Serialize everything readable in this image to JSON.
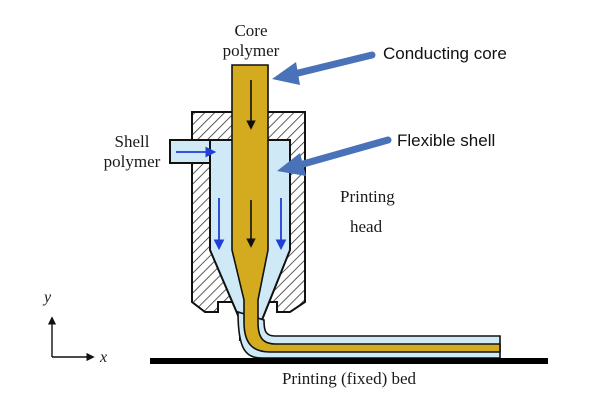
{
  "labels": {
    "core_polymer_line1": "Core",
    "core_polymer_line2": "polymer",
    "shell_polymer_line1": "Shell",
    "shell_polymer_line2": "polymer",
    "printing_head_line1": "Printing",
    "printing_head_line2": "head",
    "conducting_core": "Conducting core",
    "flexible_shell": "Flexible shell",
    "bed": "Printing (fixed) bed",
    "axis_x": "x",
    "axis_y": "y"
  },
  "colors": {
    "core": "#d4aa1e",
    "shell": "#cfe9f7",
    "callout_arrow": "#4a72b8",
    "shell_flow_arrow": "#1f3fd6",
    "core_flow_arrow": "#111111",
    "hatch": "#333333",
    "bed": "#000000"
  }
}
